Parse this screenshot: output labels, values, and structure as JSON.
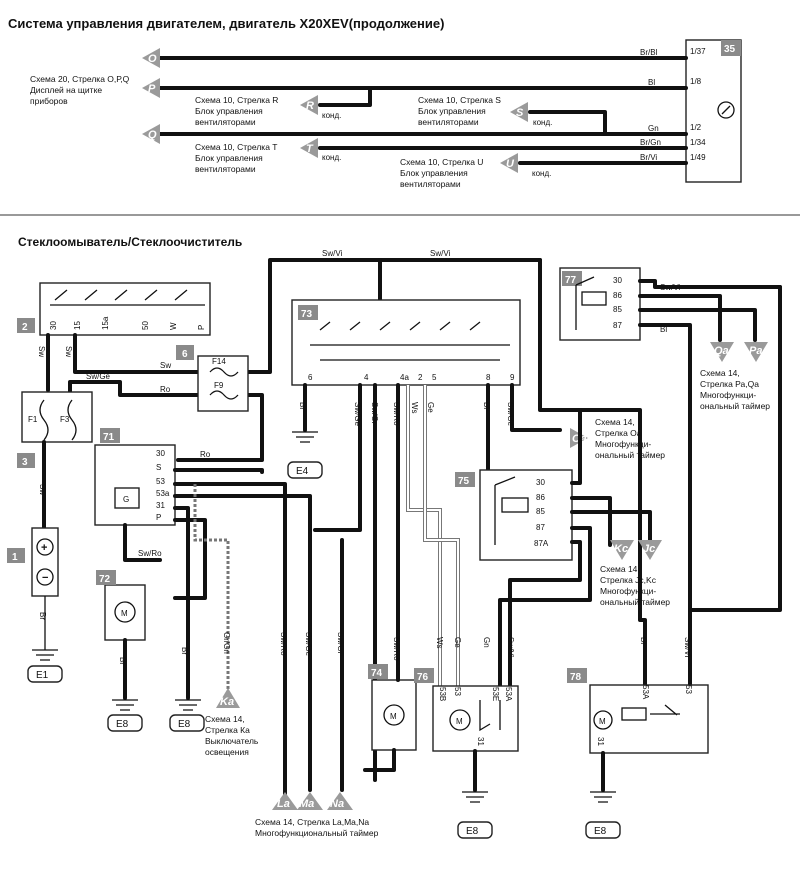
{
  "top": {
    "title": "Система управления двигателем, двигатель X20XEV(продолжение)",
    "ecu_number": "35",
    "pins": [
      "1/37",
      "1/8",
      "1/2",
      "1/34",
      "1/49"
    ],
    "wires": [
      "Br/Bl",
      "Bl",
      "Gn",
      "Br/Gn",
      "Br/Vi"
    ],
    "arrows_left": [
      "O",
      "P",
      "Q"
    ],
    "arrows_mid": [
      "R",
      "T"
    ],
    "arrows_right": [
      "S",
      "U"
    ],
    "note_opq": [
      "Схема 20, Стрелка О,Р,Q",
      "Дисплей на щитке",
      "приборов"
    ],
    "note_r": [
      "Схема 10, Стрелка R",
      "Блок управления",
      "вентиляторами"
    ],
    "note_s": [
      "Схема 10, Стрелка S",
      "Блок управления",
      "вентиляторами"
    ],
    "note_t": [
      "Схема 10, Стрелка T",
      "Блок управления",
      "вентиляторами"
    ],
    "note_u": [
      "Схема 10, Стрелка U",
      "Блок управления",
      "вентиляторами"
    ],
    "kond": "конд."
  },
  "bottom": {
    "title": "Стеклоомыватель/Стеклоочиститель",
    "components": {
      "c2": "2",
      "c6": "6",
      "c3": "3",
      "c1": "1",
      "c71": "71",
      "c72": "72",
      "c73": "73",
      "c74": "74",
      "c75": "75",
      "c76": "76",
      "c77": "77",
      "c78": "78"
    },
    "fuses": {
      "f14": "F14",
      "f9": "F9",
      "f1": "F1",
      "f3": "F3"
    },
    "switch2_pins": [
      "30",
      "15",
      "15a",
      "50",
      "W",
      "P"
    ],
    "relay71_pins": [
      "30",
      "S",
      "53",
      "53a",
      "31",
      "P"
    ],
    "relay71_inner": "G",
    "relay75_pins": [
      "30",
      "86",
      "85",
      "87",
      "87A"
    ],
    "relay77_pins": [
      "30",
      "86",
      "85",
      "87"
    ],
    "c73_pins": [
      "6",
      "4",
      "4a",
      "2",
      "5",
      "8",
      "9"
    ],
    "c76_pins": [
      "53B",
      "53",
      "53E",
      "53A",
      "31"
    ],
    "c78_pins": [
      "53A",
      "53",
      "31"
    ],
    "motor": "M",
    "grounds": [
      "E1",
      "E8",
      "E8",
      "E4",
      "E8",
      "E8"
    ],
    "wire_labels": {
      "sw_vi1": "Sw/Vi",
      "sw_vi2": "Sw/Vi",
      "sw_vi3": "Sw/Vi",
      "sw": "Sw",
      "sw2": "Sw",
      "sw3": "Sw",
      "sw4": "Sw",
      "sw_ge": "Sw/Ge",
      "ro1": "Ro",
      "ro2": "Ro",
      "br": "Br",
      "sw_ro": "Sw/Ro",
      "gr_gn": "Gr/Gn",
      "sw_ge2": "Sw/Ge",
      "sw_ro2": "Sw/Ro",
      "ws": "Ws",
      "ge": "Ge",
      "bl": "Bl",
      "sw_gr": "Sw/Gr",
      "bl2": "Bl",
      "gn": "Gn",
      "sw_vi4": "Sw/Vi"
    },
    "arrows": [
      "Oa",
      "Qa",
      "Pa",
      "Kc",
      "Jc",
      "Ka",
      "La",
      "Ma",
      "Na"
    ],
    "note_oa": [
      "Схема 14,",
      "Стрелка Оа",
      "Многофункци-",
      "ональный таймер"
    ],
    "note_pq": [
      "Схема 14,",
      "Стрелка Ра,Qa",
      "Многофункци-",
      "ональный таймер"
    ],
    "note_kc": [
      "Схема 14,",
      "Стрелка Jc,Kc",
      "Многофункци-",
      "ональный таймер"
    ],
    "note_ka": [
      "Схема 14,",
      "Стрелка Ка",
      "Выключатель",
      "освещения"
    ],
    "note_lmn": [
      "Схема 14, Стрелка La,Ma,Na",
      "Многофункциональный таймер"
    ]
  }
}
